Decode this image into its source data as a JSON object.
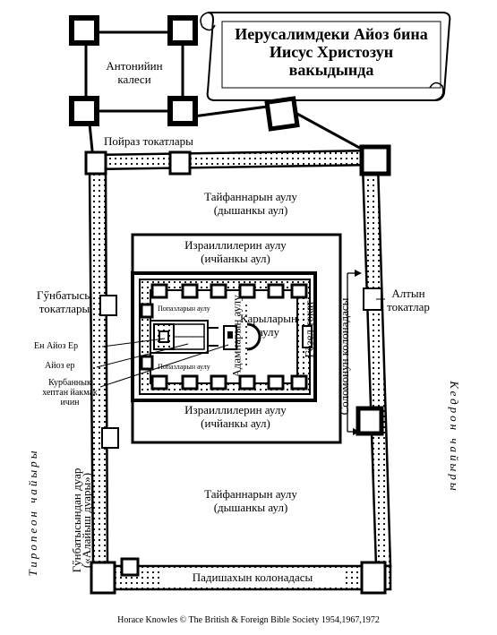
{
  "title": {
    "line1": "Иерусалимдеки Айоз бина",
    "line2": "Иисус Христозун",
    "line3": "вакыдында"
  },
  "labels": {
    "antonia_1": "Антонийин",
    "antonia_2": "калеси",
    "fish_gate": "Пойраз токатлары",
    "gentiles_top_1": "Тайфаннарын аулу",
    "gentiles_top_2": "(дышанкы аул)",
    "israel_top_1": "Израиллилерин аулу",
    "israel_top_2": "(ичйанкы аул)",
    "south_gates_1": "Гӳнбатысы",
    "south_gates_2": "токатлары",
    "priests_court_1": "Карыларын",
    "priests_court_2": "аулу",
    "curtain_top": "Попазларын аулу",
    "curtain_bottom": "Попазларын аулу",
    "adam_court": "Адамнарын аулу",
    "gozel_gate": "Гӧзел токат",
    "holy_of_holies": "Ен Айоз Ер",
    "holy_place": "Айоз ер",
    "altar_1": "Курбаннык",
    "altar_2": "хептан йакмак",
    "altar_3": "ичин",
    "israel_bottom_1": "Израиллилерин аулу",
    "israel_bottom_2": "(ичйанкы аул)",
    "gentiles_bottom_1": "Тайфаннарын аулу",
    "gentiles_bottom_2": "(дышанкы аул)",
    "golden_gate_1": "Алтын",
    "golden_gate_2": "токатлар",
    "solomon": "Соломонун колонадасы",
    "kidron": "Кедрон чайыры",
    "tyropoeon": "Тиропеон чайыры",
    "west_door_1": "Гӳнбатысындан дуар",
    "west_door_2": "(«Алайыш дуары»)",
    "royal_colonnade": "Падишахын колонадасы"
  },
  "credit": "Horace Knowles © The British & Foreign Bible Society 1954,1967,1972"
}
